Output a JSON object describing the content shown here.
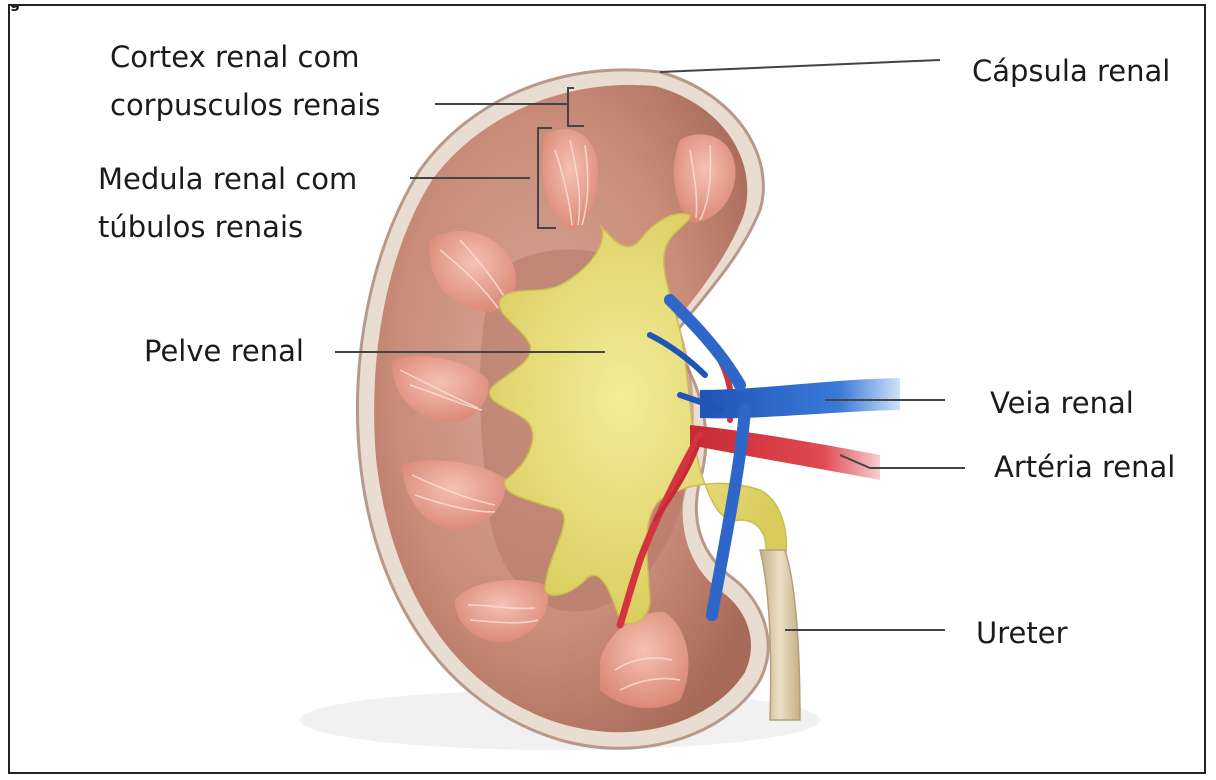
{
  "figure": {
    "fig_label": "g"
  },
  "labels": {
    "cortex_line1": "Cortex renal com",
    "cortex_line2": "corpusculos renais",
    "medula_line1": "Medula renal com",
    "medula_line2": "túbulos renais",
    "pelve": "Pelve renal",
    "capsula": "Cápsula renal",
    "veia": "Veia renal",
    "arteria": "Artéria renal",
    "ureter": "Ureter"
  },
  "colors": {
    "cortex": "#c98d7a",
    "medulla_pyramid": "#e8a292",
    "pelvis": "#e7df7d",
    "vein": "#2f67c8",
    "artery": "#d3343e",
    "ureter": "#d8c6a6",
    "leader_line": "#444444"
  }
}
